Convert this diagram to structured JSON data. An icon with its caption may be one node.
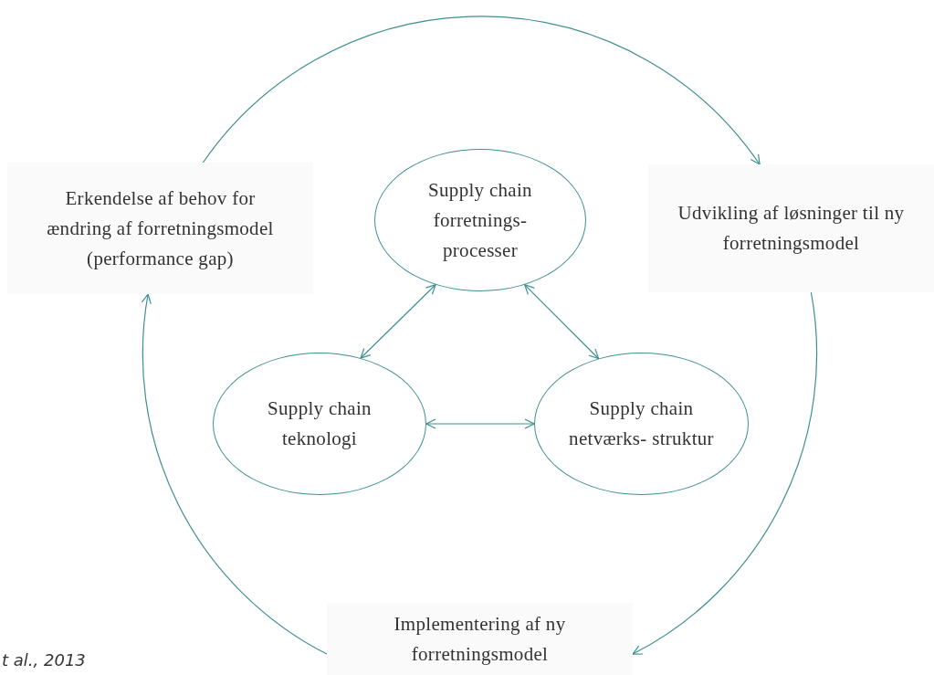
{
  "diagram": {
    "nodes": [
      {
        "text": [
          "Erkendelse af behov for ændring af forretningsmodel (performance gap)"
        ]
      },
      {
        "text": [
          "Udvikling af løsninger til ny forretningsmodel"
        ]
      },
      {
        "text": [
          "Implementering af ny forretningsmodel"
        ]
      },
      {
        "text": [
          "Supply chain forretnings- processer"
        ]
      },
      {
        "text": [
          "Supply chain teknologi"
        ]
      },
      {
        "text": [
          "Supply chain netværks- struktur"
        ]
      }
    ],
    "edges": [
      {
        "from": 0,
        "to": 1,
        "arrow": "to"
      },
      {
        "from": 1,
        "to": 2,
        "arrow": "to"
      },
      {
        "from": 2,
        "to": 0,
        "arrow": "to"
      },
      {
        "from": 3,
        "to": 4,
        "arrow": "both"
      },
      {
        "from": 3,
        "to": 5,
        "arrow": "both"
      },
      {
        "from": 4,
        "to": 5,
        "arrow": "both"
      }
    ],
    "labels": [
      "t al., 2013"
    ]
  }
}
